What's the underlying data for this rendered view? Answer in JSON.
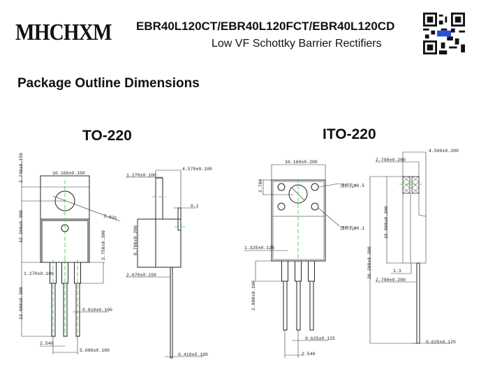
{
  "header": {
    "logo": "MHCHXM",
    "part_numbers": "EBR40L120CT/EBR40L120FCT/EBR40L120CD",
    "subtitle": "Low VF Schottky Barrier Rectifiers",
    "qr_icon": "qr-code-icon"
  },
  "section_title": "Package Outline Dimensions",
  "packages": [
    {
      "name": "TO-220",
      "front_dims": {
        "width": "10.160±0.150",
        "tab_top": "2.740±0.150",
        "hole": "3.835",
        "body_height": "12.260±0.300",
        "lead_step": "3.750±0.300",
        "lead_wide": "1.270±0.100",
        "lead_length": "13.600±0.300",
        "lead_width": "0.810±0.100",
        "pitch": "2.540",
        "pitch2": "5.080±0.100"
      },
      "side_dims": {
        "thickness": "4.570±0.100",
        "tab_thickness": "1.270±0.100",
        "gap": "0.1",
        "body": "8.700±0.200",
        "lead_offset": "2.670±0.150",
        "lead_thickness": "0.410±0.100"
      }
    },
    {
      "name": "ITO-220",
      "front_dims": {
        "width": "10.160±0.200",
        "hole_offset": "2.700",
        "pin_note_1": "顶杆孔Φ0.5",
        "pin_note_2": "顶杆孔Φ0.1",
        "lead_wide": "1.325±0.125",
        "lead_step": "2.800±0.100",
        "lead_width": "0.625±0.125",
        "pitch": "2.540"
      },
      "side_dims": {
        "thickness": "4.500±0.200",
        "top": "2.700±0.200",
        "body": "15.000±0.200",
        "total": "20.200±0.200",
        "step": "1.3",
        "lead_offset": "2.700±0.200",
        "lead_thickness": "0.625±0.125"
      }
    }
  ]
}
